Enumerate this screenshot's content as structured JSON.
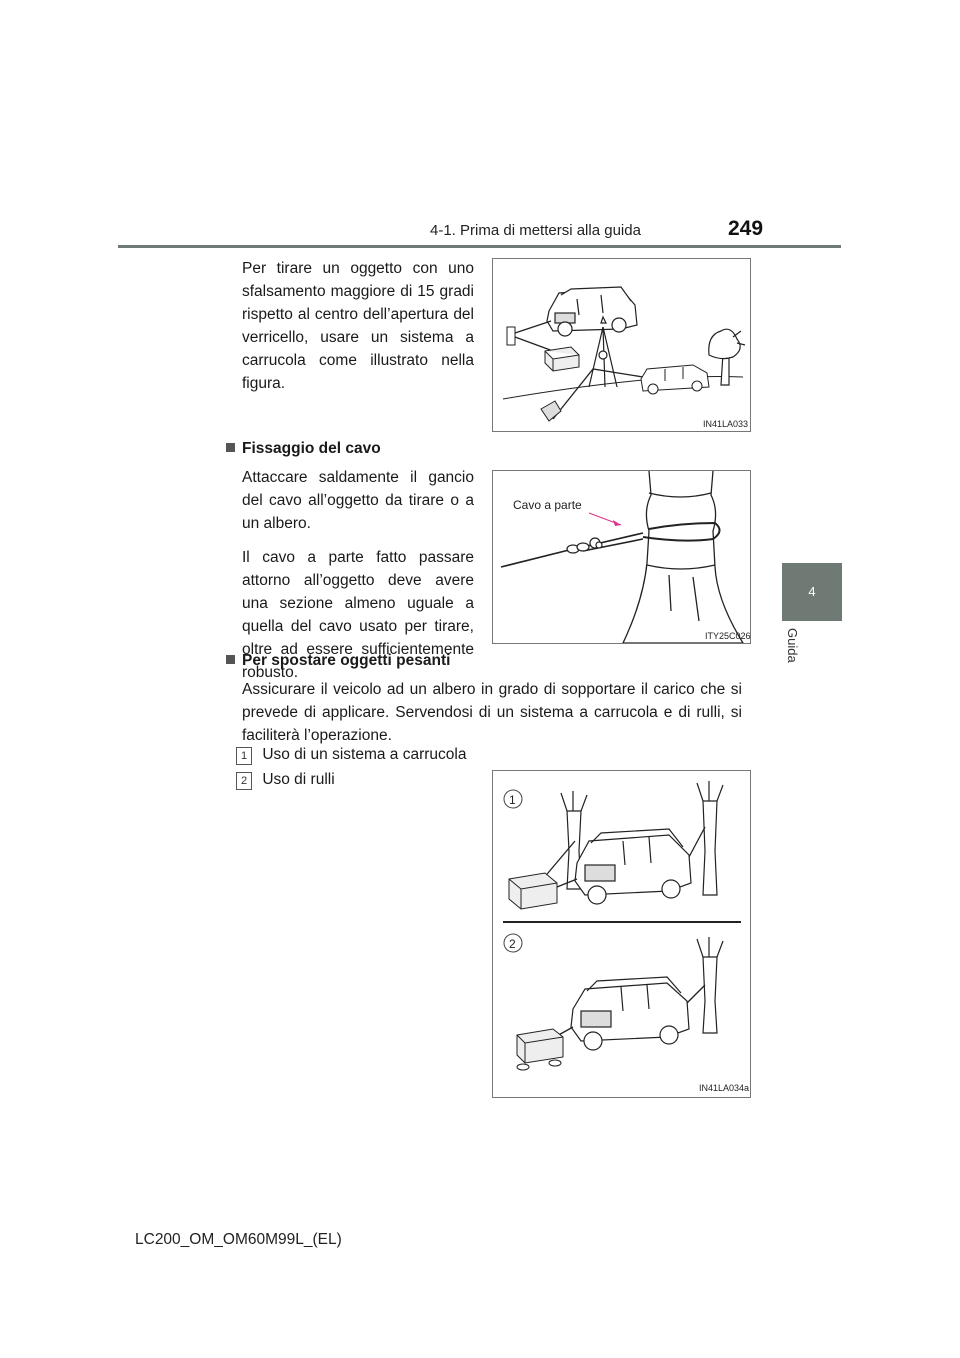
{
  "header": {
    "section": "4-1. Prima di mettersi alla guida",
    "page_number": "249"
  },
  "side_tab": {
    "chapter_number": "4",
    "chapter_label": "Guida"
  },
  "intro_paragraph": "Per tirare un oggetto con uno sfal­samento maggiore di 15 gradi rispetto al centro dell’apertura del verricello, usare un sistema a car­rucola come illustrato nella figura.",
  "figure1": {
    "code": "IN41LA033"
  },
  "section_fissaggio": {
    "title": "Fissaggio del cavo",
    "para1": "Attaccare saldamente il gancio del cavo all’oggetto da tirare o a un albero.",
    "para2": "Il cavo a parte fatto passare attorno all’oggetto deve avere una sezione almeno uguale a quella del cavo usato per tirare, oltre ad essere sufficientemente robusto."
  },
  "figure2": {
    "code": "ITY25C026",
    "callout": "Cavo a parte"
  },
  "section_spostare": {
    "title": "Per spostare oggetti pesanti",
    "para": "Assicurare il veicolo ad un albero in grado di sopportare il carico che si prevede di applicare. Servendosi di un sistema a carrucola e di rulli, si faci­literà l’operazione.",
    "items": [
      {
        "num": "1",
        "label": "Uso di un sistema a carrucola"
      },
      {
        "num": "2",
        "label": "Uso di rulli"
      }
    ]
  },
  "figure3": {
    "code": "IN41LA034a",
    "label1": "1",
    "label2": "2"
  },
  "footer": {
    "doc_code": "LC200_OM_OM60M99L_(EL)"
  },
  "colors": {
    "tab_gray": "#6f7a75",
    "callout_magenta": "#e0328c"
  }
}
